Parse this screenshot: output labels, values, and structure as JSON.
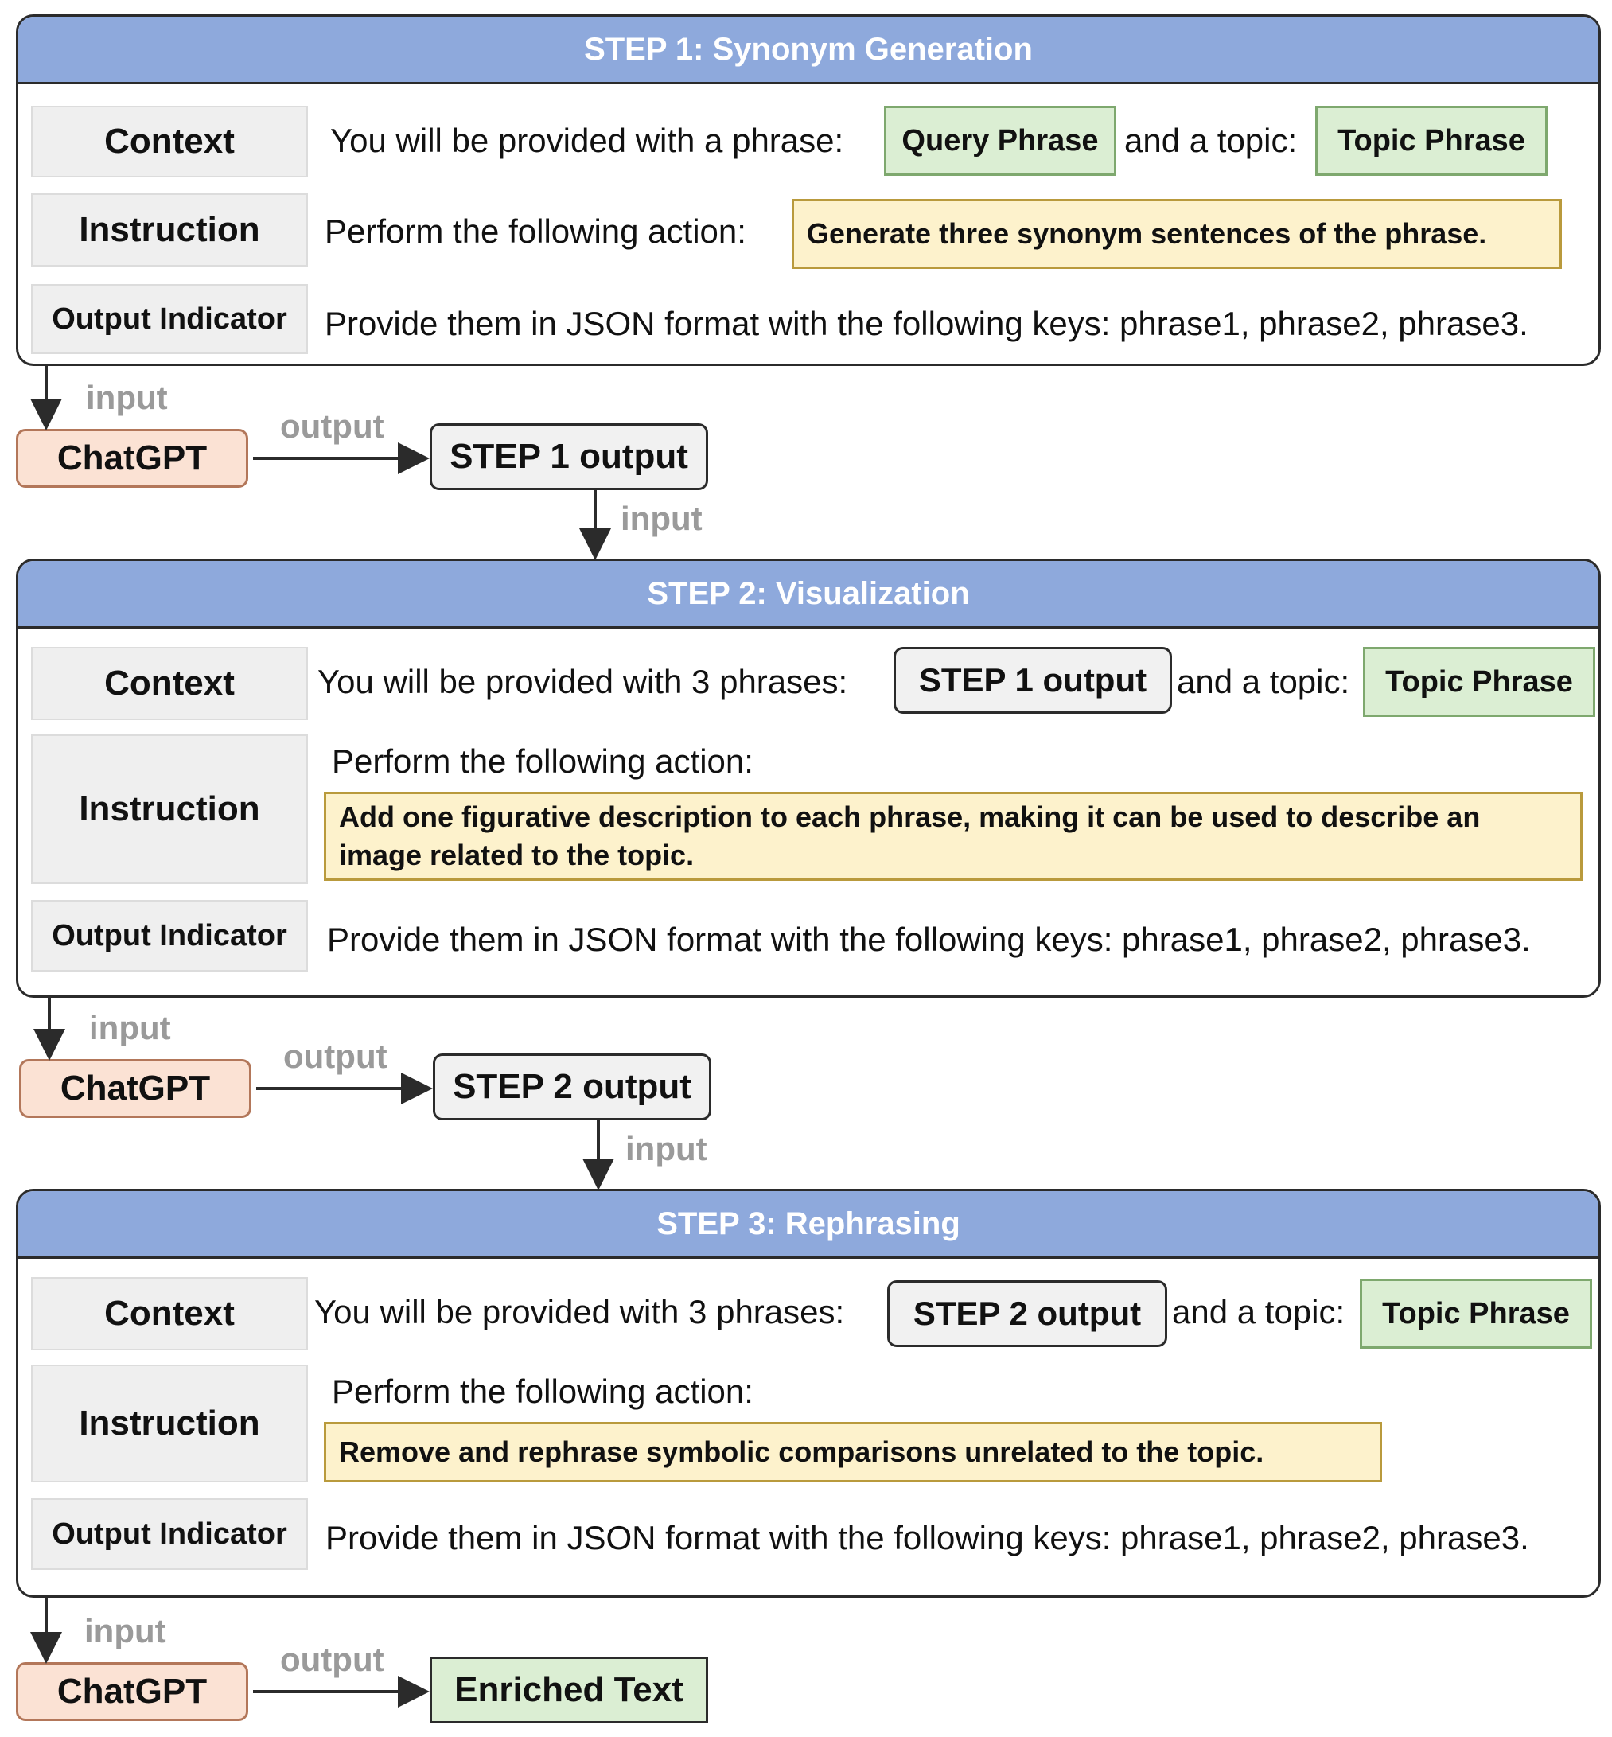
{
  "labels": {
    "context": "Context",
    "instruction": "Instruction",
    "output_indicator": "Output Indicator"
  },
  "flow": {
    "input": "input",
    "output": "output",
    "chatgpt": "ChatGPT"
  },
  "step1": {
    "title": "STEP 1: Synonym Generation",
    "context_prefix": "You will be provided with a phrase:",
    "context_chip1": "Query Phrase",
    "context_mid": "and a topic:",
    "context_chip2": "Topic Phrase",
    "instruction_prefix": "Perform the following action:",
    "instruction_action": "Generate three synonym sentences of the phrase.",
    "output_text": "Provide them in JSON format with the following keys: phrase1, phrase2, phrase3.",
    "result": "STEP 1 output"
  },
  "step2": {
    "title": "STEP 2: Visualization",
    "context_prefix": "You will be provided with 3 phrases:",
    "context_chip1": "STEP 1 output",
    "context_mid": "and a topic:",
    "context_chip2": "Topic Phrase",
    "instruction_prefix": "Perform the following action:",
    "instruction_action": "Add one figurative description to each phrase, making it can be used to describe an image related to the topic.",
    "output_text": "Provide them in JSON format with the following keys: phrase1, phrase2, phrase3.",
    "result": "STEP 2 output"
  },
  "step3": {
    "title": "STEP 3: Rephrasing",
    "context_prefix": "You will be provided with 3 phrases:",
    "context_chip1": "STEP 2 output",
    "context_mid": "and a topic:",
    "context_chip2": "Topic Phrase",
    "instruction_prefix": "Perform the following action:",
    "instruction_action": "Remove and rephrase symbolic comparisons unrelated to the topic.",
    "output_text": "Provide them in JSON format with the following keys: phrase1, phrase2, phrase3.",
    "result": "Enriched Text"
  },
  "colors": {
    "header": "#8ea9dc",
    "chatgpt": "#fbe2d4",
    "green_chip": "#dbeed3",
    "yellow_chip": "#fdf2cc",
    "grey_chip": "#f1f1f1"
  }
}
